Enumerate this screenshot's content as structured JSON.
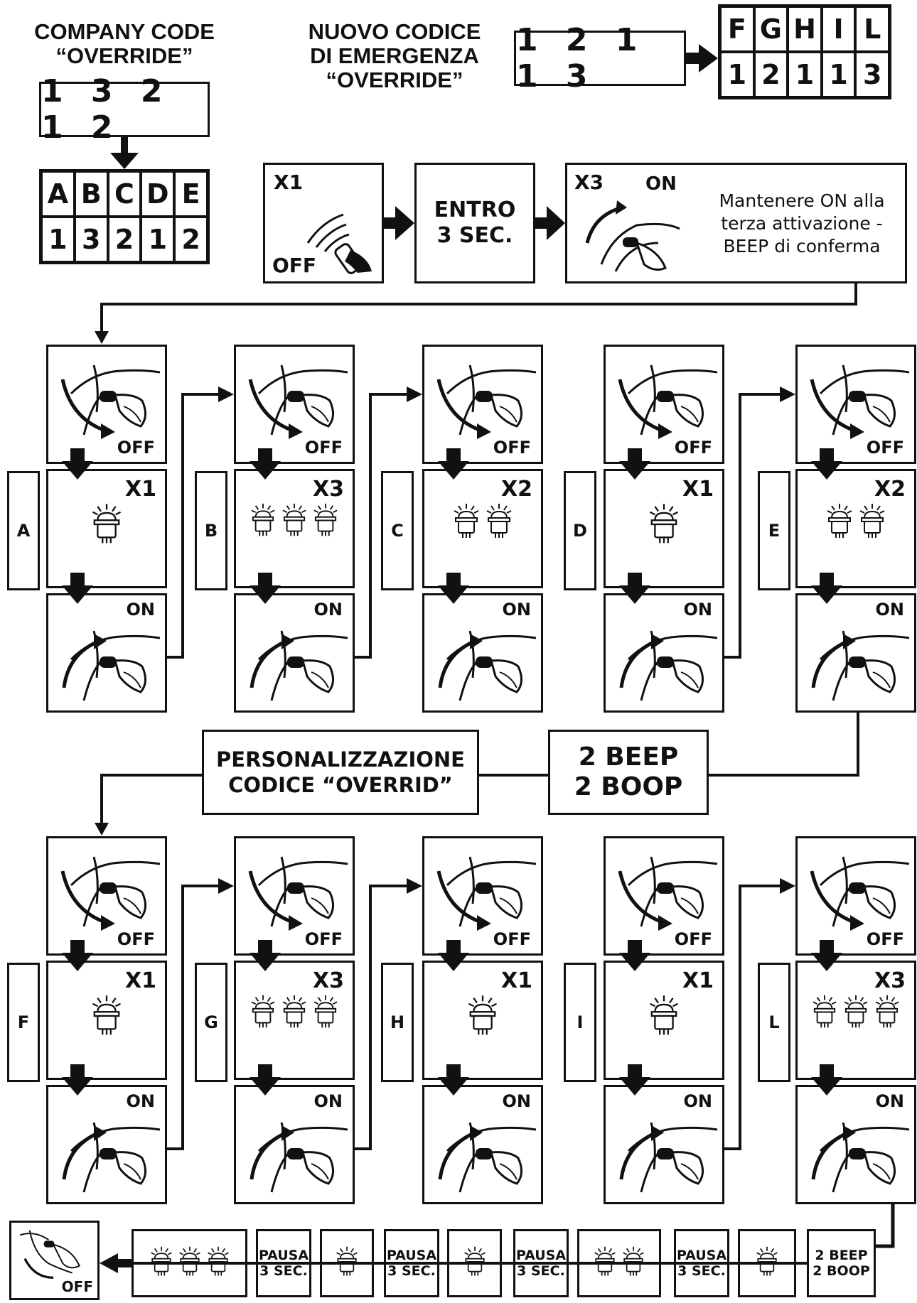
{
  "company": {
    "title": "COMPANY CODE\n“OVERRIDE”",
    "code": "1 3 2 1 2",
    "letters": [
      "A",
      "B",
      "C",
      "D",
      "E"
    ],
    "digits": [
      "1",
      "3",
      "2",
      "1",
      "2"
    ]
  },
  "nuovo": {
    "title": "NUOVO CODICE\nDI EMERGENZA\n“OVERRIDE”",
    "code": "1 2 1 1 3",
    "letters": [
      "F",
      "G",
      "H",
      "I",
      "L"
    ],
    "digits": [
      "1",
      "2",
      "1",
      "1",
      "3"
    ]
  },
  "intro": {
    "x1": "X1",
    "off": "OFF",
    "entro": "ENTRO\n3 SEC.",
    "x3": "X3",
    "on": "ON",
    "note": "Mantenere ON alla\nterza attivazione -\nBEEP di conferma"
  },
  "row1": [
    {
      "side": "A",
      "count": "X1",
      "lamps": 1
    },
    {
      "side": "B",
      "count": "X3",
      "lamps": 3
    },
    {
      "side": "C",
      "count": "X2",
      "lamps": 2
    },
    {
      "side": "D",
      "count": "X1",
      "lamps": 1
    },
    {
      "side": "E",
      "count": "X2",
      "lamps": 2
    }
  ],
  "row2": [
    {
      "side": "F",
      "count": "X1",
      "lamps": 1
    },
    {
      "side": "G",
      "count": "X3",
      "lamps": 3
    },
    {
      "side": "H",
      "count": "X1",
      "lamps": 1
    },
    {
      "side": "I",
      "count": "X1",
      "lamps": 1
    },
    {
      "side": "L",
      "count": "X3",
      "lamps": 3
    }
  ],
  "labels": {
    "off": "OFF",
    "on": "ON"
  },
  "middle": {
    "personal": "PERSONALIZZAZIONE\nCODICE “OVERRID”",
    "beep": "2 BEEP\n2 BOOP"
  },
  "bottom": {
    "pausa": "PAUSA\n3 SEC.",
    "beep": "2 BEEP\n2 BOOP",
    "off": "OFF"
  }
}
